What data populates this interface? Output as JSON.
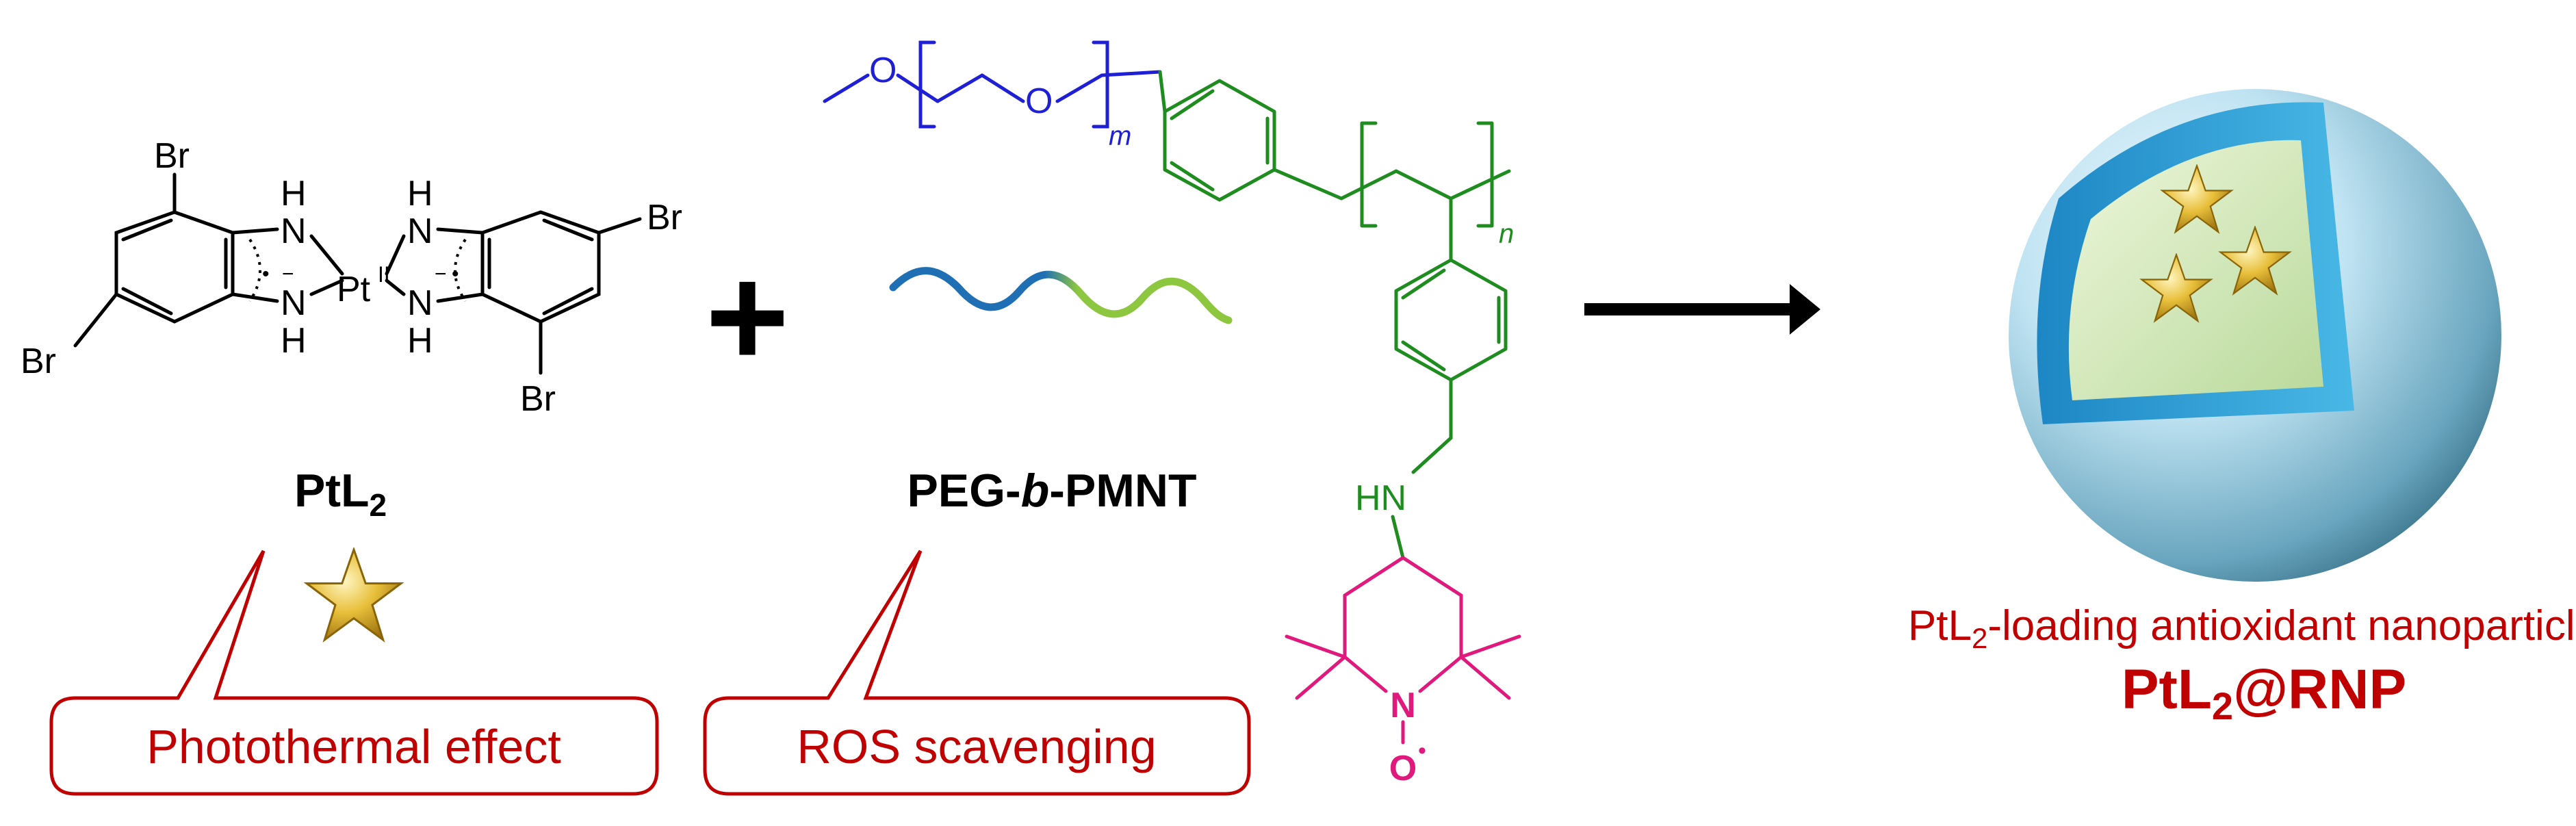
{
  "complex": {
    "atoms": {
      "br_top_left": "Br",
      "br_bottom_left": "Br",
      "br_top_right": "Br",
      "br_bottom_right": "Br",
      "nh_1": "N",
      "h_1": "H",
      "nh_2": "N",
      "h_2": "H",
      "nh_3": "N",
      "h_3": "H",
      "nh_4": "N",
      "h_4": "H",
      "pt": "Pt",
      "pt_charge": "II",
      "radical_left": "•",
      "radical_right": "•",
      "minus_left": "−",
      "minus_right": "−"
    },
    "name_main": "PtL",
    "name_sub": "2",
    "callout": "Photothermal effect"
  },
  "plus_sign": "+",
  "polymer": {
    "name_prefix": "PEG-",
    "name_italic": "b",
    "name_suffix": "-PMNT",
    "callout": "ROS scavenging",
    "colors": {
      "peg": "#1f1fd6",
      "backbone": "#1e8c1e",
      "tempo": "#e0197d",
      "chain_start": "#1f6fb5",
      "chain_end": "#8dc63f"
    }
  },
  "structure": {
    "o_1": "O",
    "o_2": "O",
    "subscript_m": "m",
    "subscript_n": "n",
    "hn": "HN",
    "n_oxide": "N",
    "o_radical": "O",
    "radical_dot": "•"
  },
  "product": {
    "caption_pre": "PtL",
    "caption_sub": "2",
    "caption_post": "-loading antioxidant nanoparticles",
    "name_pre": "PtL",
    "name_sub": "2",
    "name_post": "@RNP"
  },
  "colors": {
    "accent_red": "#c00000",
    "arrow": "#000000",
    "star_fill": "#e4b52c",
    "sphere_core": "#d8ecc6",
    "sphere_shell": "#2e9fd6"
  }
}
